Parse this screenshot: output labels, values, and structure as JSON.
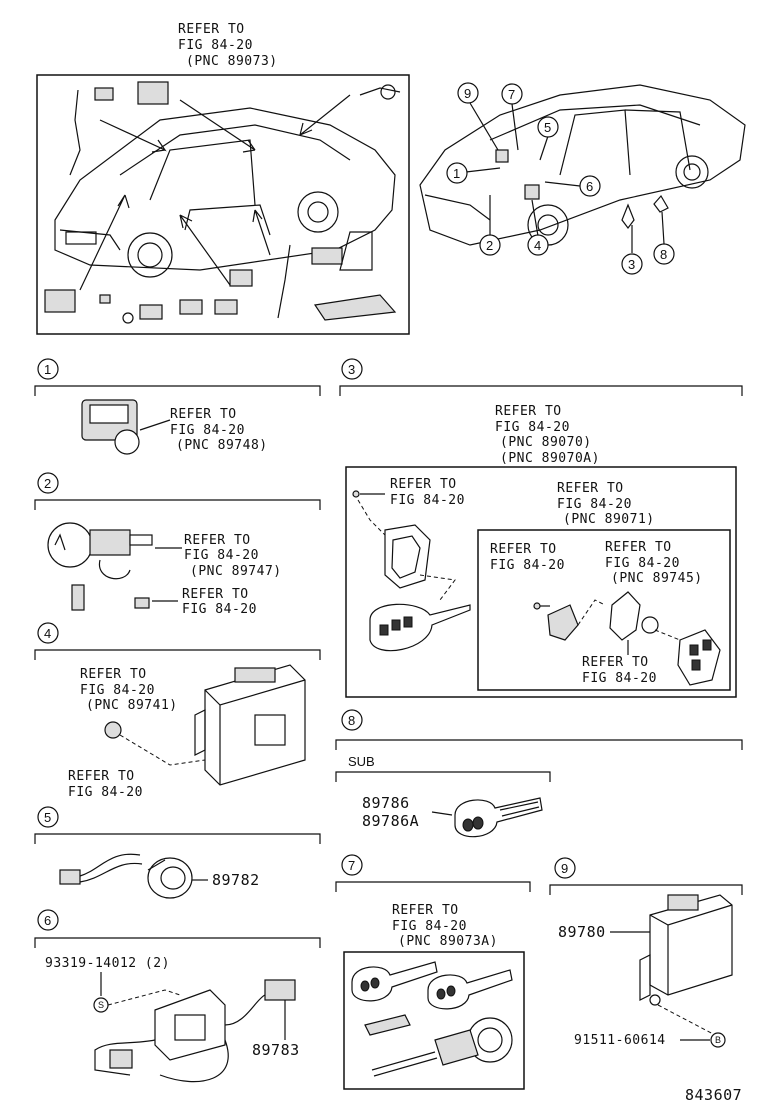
{
  "overview_ref": {
    "l1": "REFER TO",
    "l2": "FIG 84-20",
    "l3": "(PNC 89073)"
  },
  "callouts": [
    "1",
    "2",
    "3",
    "4",
    "5",
    "6",
    "7",
    "8",
    "9"
  ],
  "sec1": {
    "num": "1",
    "l1": "REFER TO",
    "l2": "FIG 84-20",
    "l3": "(PNC 89748)"
  },
  "sec2": {
    "num": "2",
    "a1": "REFER TO",
    "a2": "FIG 84-20",
    "a3": "(PNC 89747)",
    "b1": "REFER TO",
    "b2": "FIG 84-20"
  },
  "sec4": {
    "num": "4",
    "a1": "REFER TO",
    "a2": "FIG 84-20",
    "a3": "(PNC 89741)",
    "b1": "REFER TO",
    "b2": "FIG 84-20"
  },
  "sec5": {
    "num": "5",
    "part": "89782"
  },
  "sec6": {
    "num": "6",
    "part_top": "93319-14012 (2)",
    "part_bottom": "89783",
    "marker": "S"
  },
  "sec3": {
    "num": "3",
    "top1": "REFER TO",
    "top2": "FIG 84-20",
    "top3": "(PNC 89070)",
    "top4": "(PNC 89070A)",
    "a1": "REFER TO",
    "a2": "FIG 84-20",
    "b1": "REFER TO",
    "b2": "FIG 84-20",
    "b3": "(PNC 89071)",
    "c1": "REFER TO",
    "c2": "FIG 84-20",
    "d1": "REFER TO",
    "d2": "FIG 84-20",
    "d3": "(PNC 89745)",
    "e1": "REFER TO",
    "e2": "FIG 84-20"
  },
  "sec8": {
    "num": "8",
    "sub_label": "SUB",
    "p1": "89786",
    "p2": "89786A"
  },
  "sec7": {
    "num": "7",
    "l1": "REFER TO",
    "l2": "FIG 84-20",
    "l3": "(PNC 89073A)"
  },
  "sec9": {
    "num": "9",
    "part_top": "89780",
    "part_bottom": "91511-60614",
    "marker": "B"
  },
  "figure_id": "843607"
}
